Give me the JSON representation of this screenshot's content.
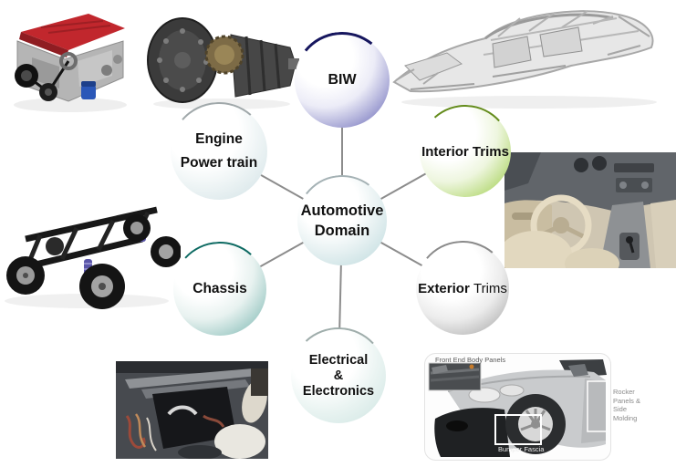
{
  "nodes": {
    "center": {
      "line1": "Automotive",
      "line2": "Domain"
    },
    "biw": {
      "label": "BIW"
    },
    "interior": {
      "label": "Interior Trims"
    },
    "exterior": {
      "label_bold": "Exterior",
      "label_light": "Trims"
    },
    "electrical": {
      "line1": "Electrical",
      "line2": "&",
      "line3": "Electronics"
    },
    "chassis": {
      "label": "Chassis"
    },
    "engine": {
      "line1": "Engine",
      "line2": "Power train"
    }
  },
  "exterior_detail": {
    "front_end": "Front End Body Panels",
    "bumper": "Bumper Fascia",
    "rocker": {
      "line1": "Rocker",
      "line2": "Panels &",
      "line3": "Side",
      "line4": "Molding"
    }
  },
  "photos": {
    "engine": "red-v8-engine",
    "transmission": "automatic-transmission",
    "biw_frame": "aluminum-body-in-white-frame",
    "interior": "beige-car-interior",
    "chassis": "rolling-chassis",
    "electrical": "dashboard-wiring-harness",
    "exterior": "silver-car-front-quarter"
  },
  "colors": {
    "line": "#8c8c8c",
    "biw_fill": "#5d5db1",
    "biw_arc": "#16165e",
    "interior_fill": "#96c93d",
    "interior_arc": "#648c1c",
    "exterior_fill": "#9b9b9b",
    "exterior_arc": "#8a8a8a",
    "electrical_fill": "#cbe3e0",
    "electrical_arc": "#9fadab",
    "chassis_fill": "#6fb0aa",
    "chassis_arc": "#0d6a62",
    "engine_fill": "#cfe0e4",
    "engine_arc": "#a0a8aa",
    "center_fill": "#b9d8db",
    "center_arc": "#a5b2b5"
  }
}
